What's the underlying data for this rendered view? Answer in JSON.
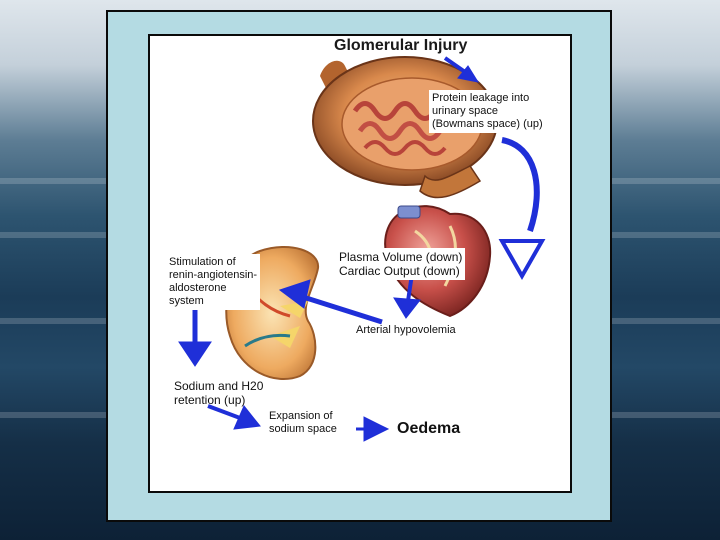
{
  "diagram": {
    "title": "Glomerular Injury",
    "steps": {
      "protein_leakage": "Protein leakage into\nurinary space\n(Bowmans space) (up)",
      "plasma_volume": "Plasma Volume (down)\nCardiac Output (down)",
      "arterial_hypovolemia": "Arterial hypovolemia",
      "raas": "Stimulation of\nrenin-angiotensin-\naldosterone\nsystem",
      "sodium_retention": "Sodium and H20\nretention (up)",
      "expansion": "Expansion of\nsodium space",
      "oedema": "Oedema"
    },
    "colors": {
      "arrow": "#1f2fd8",
      "frame": "#b4dbe3",
      "kidney": "#e8a25a",
      "heart": "#c8504a"
    }
  }
}
